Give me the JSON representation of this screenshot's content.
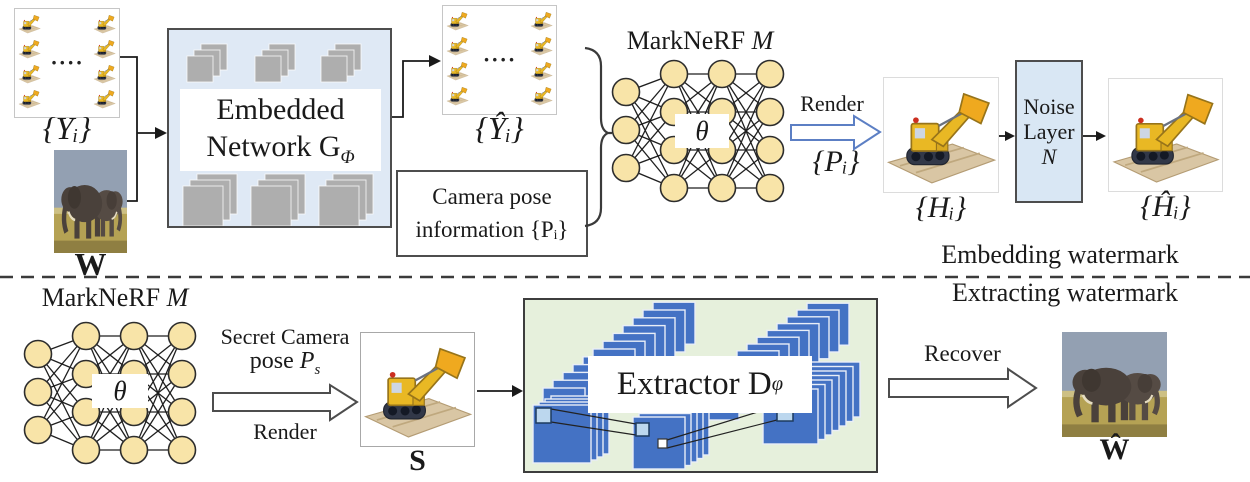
{
  "embedding": {
    "input_set_label": "{Yᵢ}",
    "dots": "····",
    "watermark_label": "W",
    "embed_network": {
      "line1": "Embedded",
      "line2": "Network G",
      "line2_sub": "Φ"
    },
    "embedded_set_label": "{Ŷᵢ}",
    "camera_pose_line1": "Camera pose",
    "camera_pose_line2": "information {Pᵢ}",
    "marknerf_title": "MarkNeRF ",
    "marknerf_var": "M",
    "theta": "θ",
    "render_label": "Render",
    "render_sub": "{Pᵢ}",
    "rendered_set_label": "{Hᵢ}",
    "noise_line1": "Noise",
    "noise_line2": "Layer",
    "noise_line3": "N",
    "noised_set_label": "{Ĥᵢ}",
    "section_label": "Embedding watermark"
  },
  "extracting": {
    "marknerf_title": "MarkNeRF ",
    "marknerf_var": "M",
    "theta": "θ",
    "secret_line1": "Secret Camera",
    "secret_line2": "pose ",
    "secret_line2_var": "P",
    "secret_line2_sub": "s",
    "render_label": "Render",
    "secret_view_label": "S",
    "extractor_label": "Extractor D",
    "extractor_sub": "φ",
    "recover_label": "Recover",
    "recovered_label": "Ŵ",
    "section_label": "Extracting watermark"
  },
  "colors": {
    "network_node": "#f8e4a8",
    "embed_box_bg": "#dfe9f5",
    "noise_box_bg": "#d9e7f4",
    "extractor_box_bg": "#e6f0dc",
    "feature_map_gray": "#aeaeae",
    "plate_blue": "#4472c4",
    "render_arrow_blue": "#5c7fc4"
  }
}
